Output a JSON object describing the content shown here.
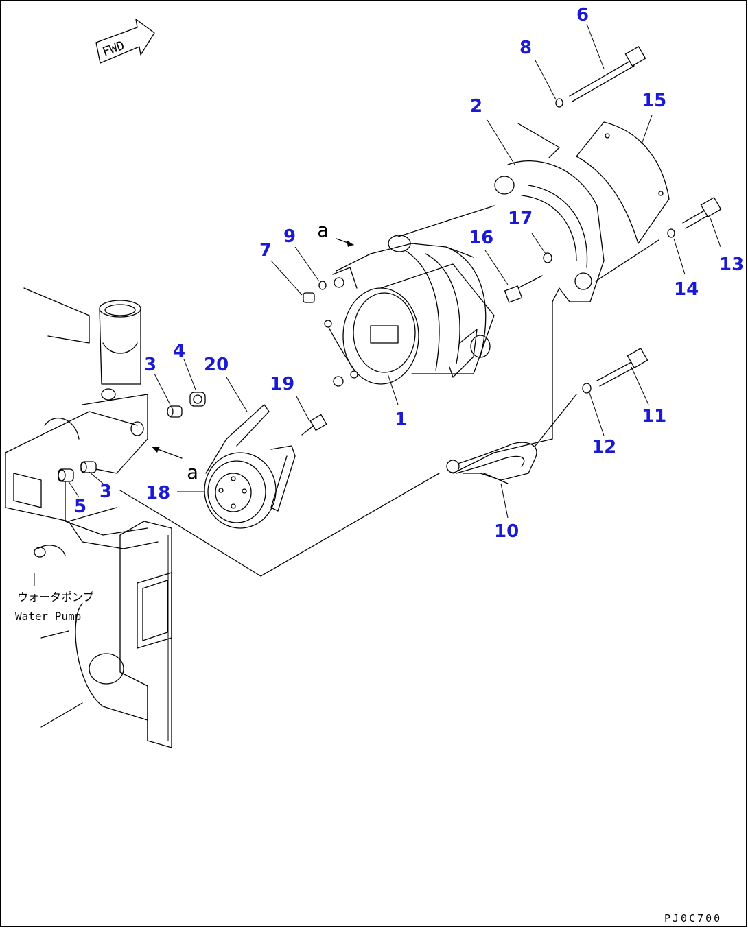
{
  "diagram": {
    "fwd_label": "FWD",
    "ref_a_top": "a",
    "ref_a_left": "a",
    "water_pump_jp": "ウォータポンプ",
    "water_pump_en": "Water Pump",
    "drawing_code": "PJ0C700",
    "accent_color": "#1a1ad6"
  },
  "callouts": [
    {
      "id": "1",
      "text": "1"
    },
    {
      "id": "2",
      "text": "2"
    },
    {
      "id": "3a",
      "text": "3"
    },
    {
      "id": "3b",
      "text": "3"
    },
    {
      "id": "4",
      "text": "4"
    },
    {
      "id": "5",
      "text": "5"
    },
    {
      "id": "6",
      "text": "6"
    },
    {
      "id": "7",
      "text": "7"
    },
    {
      "id": "8",
      "text": "8"
    },
    {
      "id": "9",
      "text": "9"
    },
    {
      "id": "10",
      "text": "10"
    },
    {
      "id": "11",
      "text": "11"
    },
    {
      "id": "12",
      "text": "12"
    },
    {
      "id": "13",
      "text": "13"
    },
    {
      "id": "14",
      "text": "14"
    },
    {
      "id": "15",
      "text": "15"
    },
    {
      "id": "16",
      "text": "16"
    },
    {
      "id": "17",
      "text": "17"
    },
    {
      "id": "18",
      "text": "18"
    },
    {
      "id": "19",
      "text": "19"
    },
    {
      "id": "20",
      "text": "20"
    }
  ]
}
